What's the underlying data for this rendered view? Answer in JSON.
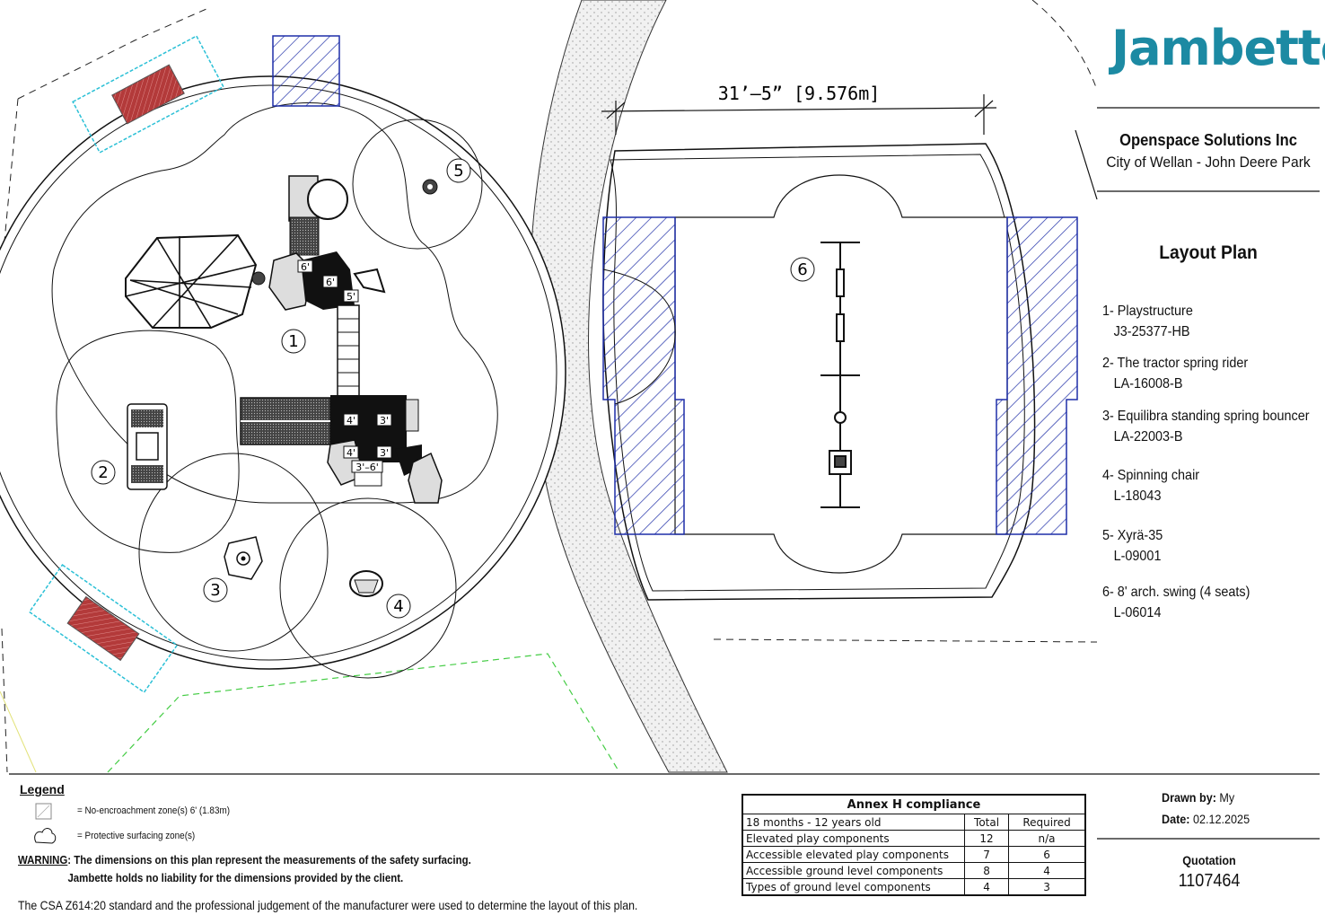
{
  "brand": {
    "logo_text": "Jambette",
    "color": "#1c8aa3"
  },
  "client": {
    "name": "Openspace Solutions Inc",
    "site": "City of Wellan - John Deere Park"
  },
  "plan": {
    "title": "Layout Plan",
    "dimension": "31’–5” [9.576m]",
    "items": [
      {
        "label": "1- Playstructure",
        "code": "J3-25377-HB"
      },
      {
        "label": "2- The tractor spring rider",
        "code": "LA-16008-B"
      },
      {
        "label": "3- Equilibra standing spring bouncer",
        "code": "LA-22003-B"
      },
      {
        "label": "4- Spinning chair",
        "code": "L-18043"
      },
      {
        "label": "5- Xyrä-35",
        "code": "L-09001"
      },
      {
        "label": "6- 8' arch. swing (4 seats)",
        "code": "L-06014"
      }
    ],
    "markers": [
      "1",
      "2",
      "3",
      "4",
      "5",
      "6"
    ],
    "deck_labels": [
      "6'",
      "6'",
      "5'",
      "4'",
      "3'",
      "4'",
      "3'",
      "3'–6'"
    ]
  },
  "legend": {
    "title": "Legend",
    "no_encroachment": "= No-encroachment zone(s) 6' (1.83m)",
    "protective": "= Protective surfacing zone(s)"
  },
  "warning": {
    "label": "WARNING",
    "line1": ": The dimensions on this plan represent the measurements of the safety surfacing.",
    "line2": "Jambette holds no liability for the dimensions provided by the client."
  },
  "standard_note": "The CSA Z614:20 standard and the professional judgement of the manufacturer were used to determine the layout of this plan.",
  "annex": {
    "title": "Annex H compliance",
    "header": [
      "18 months - 12 years old",
      "Total",
      "Required"
    ],
    "rows": [
      [
        "Elevated play components",
        "12",
        "n/a"
      ],
      [
        "Accessible elevated play components",
        "7",
        "6"
      ],
      [
        "Accessible ground level components",
        "8",
        "4"
      ],
      [
        "Types of ground level components",
        "4",
        "3"
      ]
    ]
  },
  "drawn": {
    "label": "Drawn by:",
    "value": "My",
    "date_label": "Date:",
    "date_value": "02.12.2025"
  },
  "quotation": {
    "label": "Quotation",
    "number": "1107464"
  },
  "colors": {
    "hatch": "#1f2fa8",
    "bench": "#b33a3a",
    "bench_border": "#2bc0d6",
    "dashed_green": "#44cc44",
    "path_fill": "#eeeeee"
  }
}
